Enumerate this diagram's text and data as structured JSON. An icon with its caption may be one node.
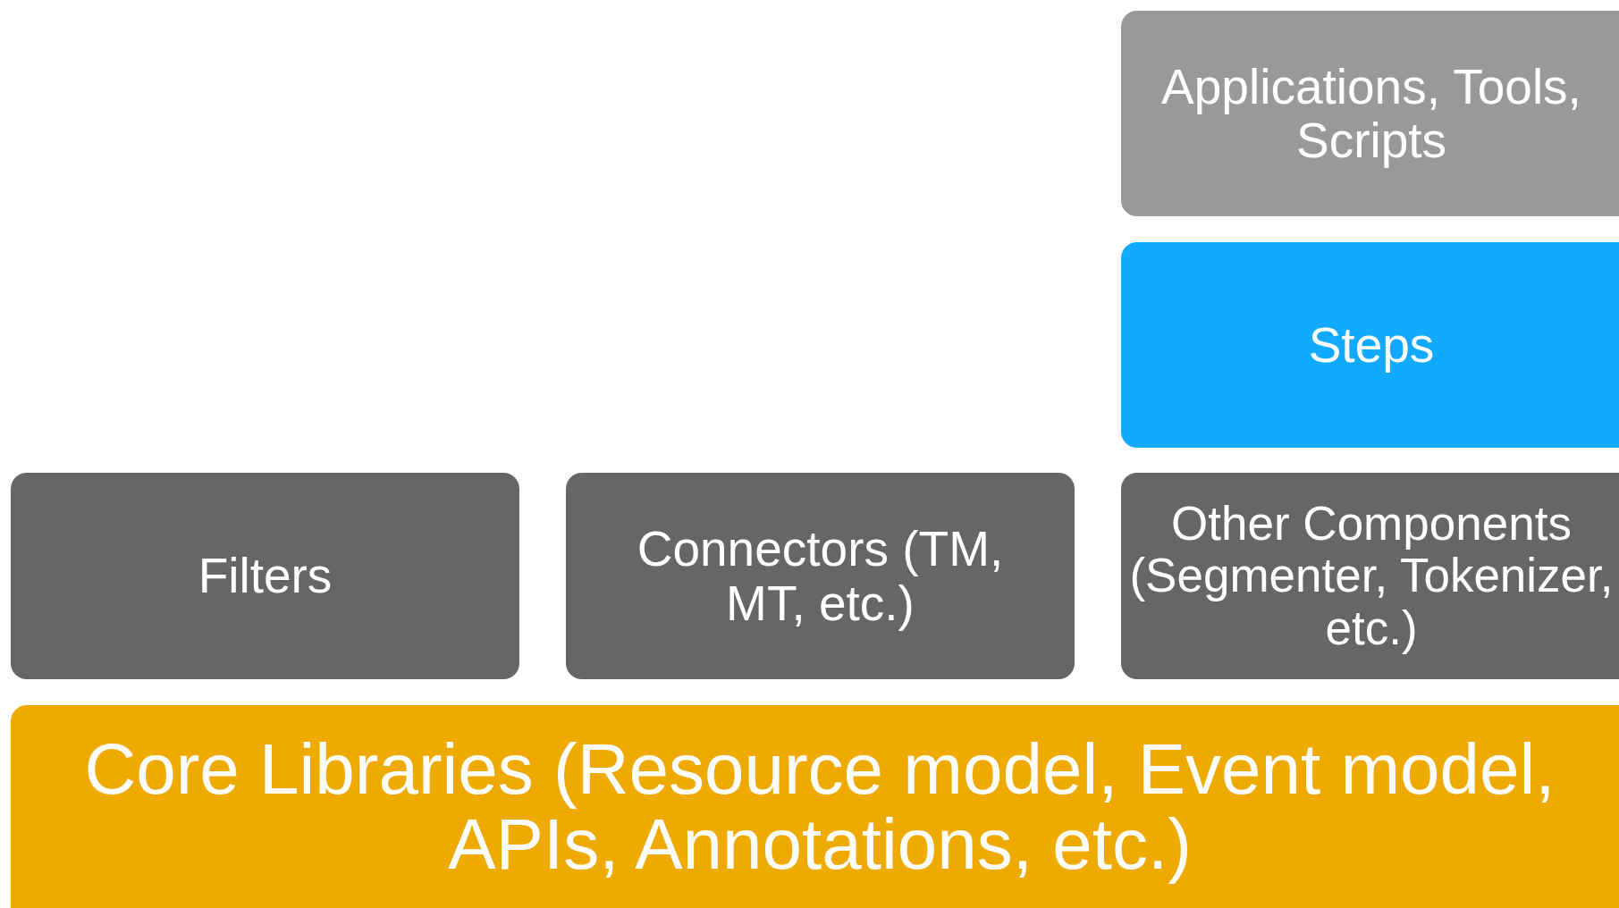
{
  "diagram": {
    "nodes": [
      {
        "text": [
          "Applications, Tools, Scripts"
        ]
      },
      {
        "text": [
          "Steps"
        ]
      },
      {
        "text": [
          "Filters"
        ]
      },
      {
        "text": [
          "Connectors (TM, MT, etc.)"
        ]
      },
      {
        "text": [
          "Other Components (Segmenter, Tokenizer, etc.)"
        ]
      },
      {
        "text": [
          "Core Libraries (Resource model, Event model, APIs, Annotations, etc.)"
        ]
      }
    ]
  }
}
